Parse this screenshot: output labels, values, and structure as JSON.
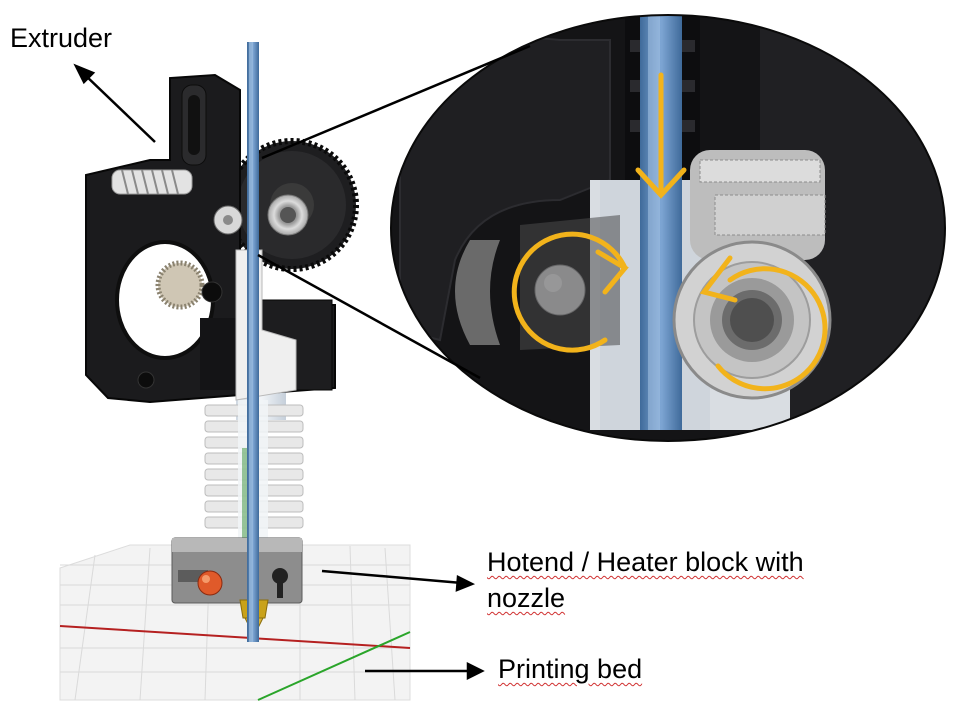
{
  "labels": {
    "extruder": "Extruder",
    "hotend_line1": "Hotend / Heater block with",
    "hotend_line2": "nozzle",
    "printing_bed": "Printing bed"
  },
  "colors": {
    "filament": "#5b86b8",
    "extruder_body": "#1c1c1e",
    "heatsink": "#e6e6e6",
    "heater_block": "#8a8a8a",
    "nozzle": "#c9a21a",
    "rotation_arrows": "#f2b31b",
    "bed_grid": "#d9d9d9",
    "bed_x_axis": "#b52020",
    "bed_y_axis": "#2aa52a"
  }
}
